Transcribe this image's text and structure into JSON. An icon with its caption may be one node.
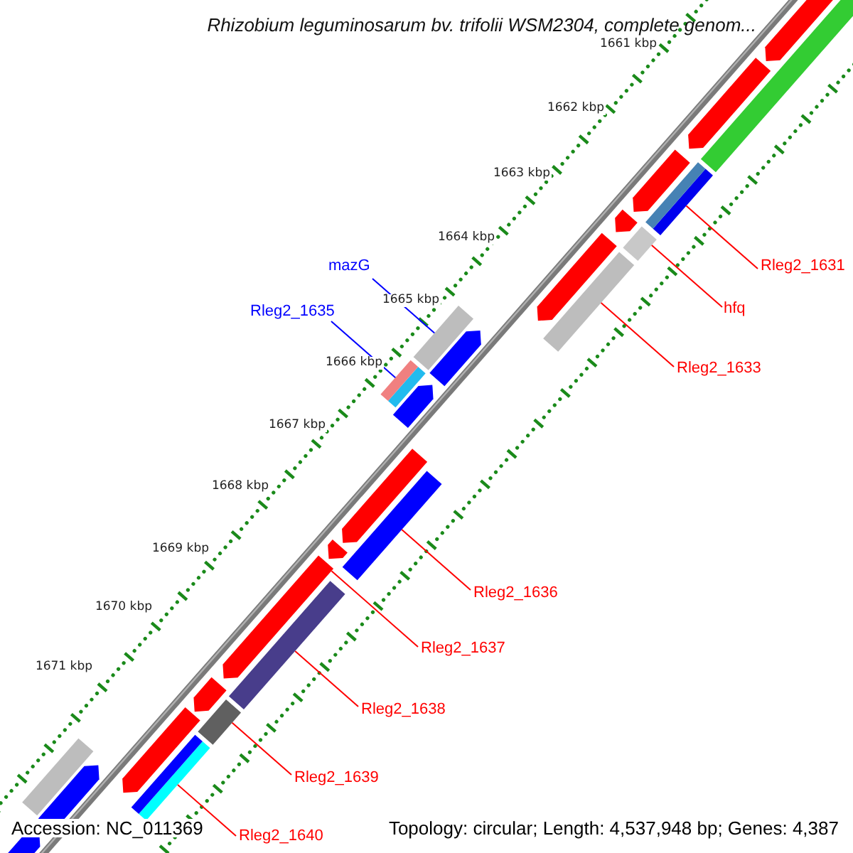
{
  "diagram": {
    "title": "Rhizobium leguminosarum bv. trifolii WSM2304, complete genom...",
    "nodes": [
      {
        "text": [
          "mazG"
        ]
      },
      {
        "text": [
          "Rleg2_1635"
        ]
      },
      {
        "text": [
          "Rleg2_1631"
        ]
      },
      {
        "text": [
          "hfq"
        ]
      },
      {
        "text": [
          "Rleg2_1633"
        ]
      },
      {
        "text": [
          "Rleg2_1636"
        ]
      },
      {
        "text": [
          "Rleg2_1637"
        ]
      },
      {
        "text": [
          "Rleg2_1638"
        ]
      },
      {
        "text": [
          "Rleg2_1639"
        ]
      },
      {
        "text": [
          "Rleg2_1640"
        ]
      },
      {
        "text": [],
        "shape": "bar"
      },
      {
        "text": [],
        "shape": "bar"
      },
      {
        "text": [],
        "shape": "bar"
      },
      {
        "text": [],
        "shape": "bar"
      },
      {
        "text": [],
        "shape": "bar"
      },
      {
        "text": [],
        "shape": "bar"
      },
      {
        "text": [],
        "shape": "arrow"
      },
      {
        "text": [],
        "shape": "bar"
      },
      {
        "text": [],
        "shape": "bar"
      },
      {
        "text": [],
        "shape": "bar"
      }
    ],
    "edges": [
      {
        "from": 0,
        "to": 10,
        "arrow": "none",
        "color": "#0000ff"
      },
      {
        "from": 1,
        "to": 11,
        "arrow": "none",
        "color": "#0000ff"
      },
      {
        "from": 2,
        "to": 12,
        "arrow": "none"
      },
      {
        "from": 3,
        "to": 13,
        "arrow": "none"
      },
      {
        "from": 4,
        "to": 14,
        "arrow": "none"
      },
      {
        "from": 5,
        "to": 15,
        "arrow": "none"
      },
      {
        "from": 6,
        "to": 16,
        "arrow": "none"
      },
      {
        "from": 7,
        "to": 17,
        "arrow": "none"
      },
      {
        "from": 8,
        "to": 18,
        "arrow": "none"
      },
      {
        "from": 9,
        "to": 19,
        "arrow": "none"
      }
    ],
    "labels": [
      "1661 kbp",
      "1662 kbp",
      "1663 kbp",
      "1664 kbp",
      "1665 kbp",
      "1666 kbp",
      "1667 kbp",
      "1668 kbp",
      "1669 kbp",
      "1670 kbp",
      "1671 kbp",
      "Accession: NC_011369",
      "Topology: circular; Length: 4,537,948 bp; Genes: 4,387"
    ]
  }
}
